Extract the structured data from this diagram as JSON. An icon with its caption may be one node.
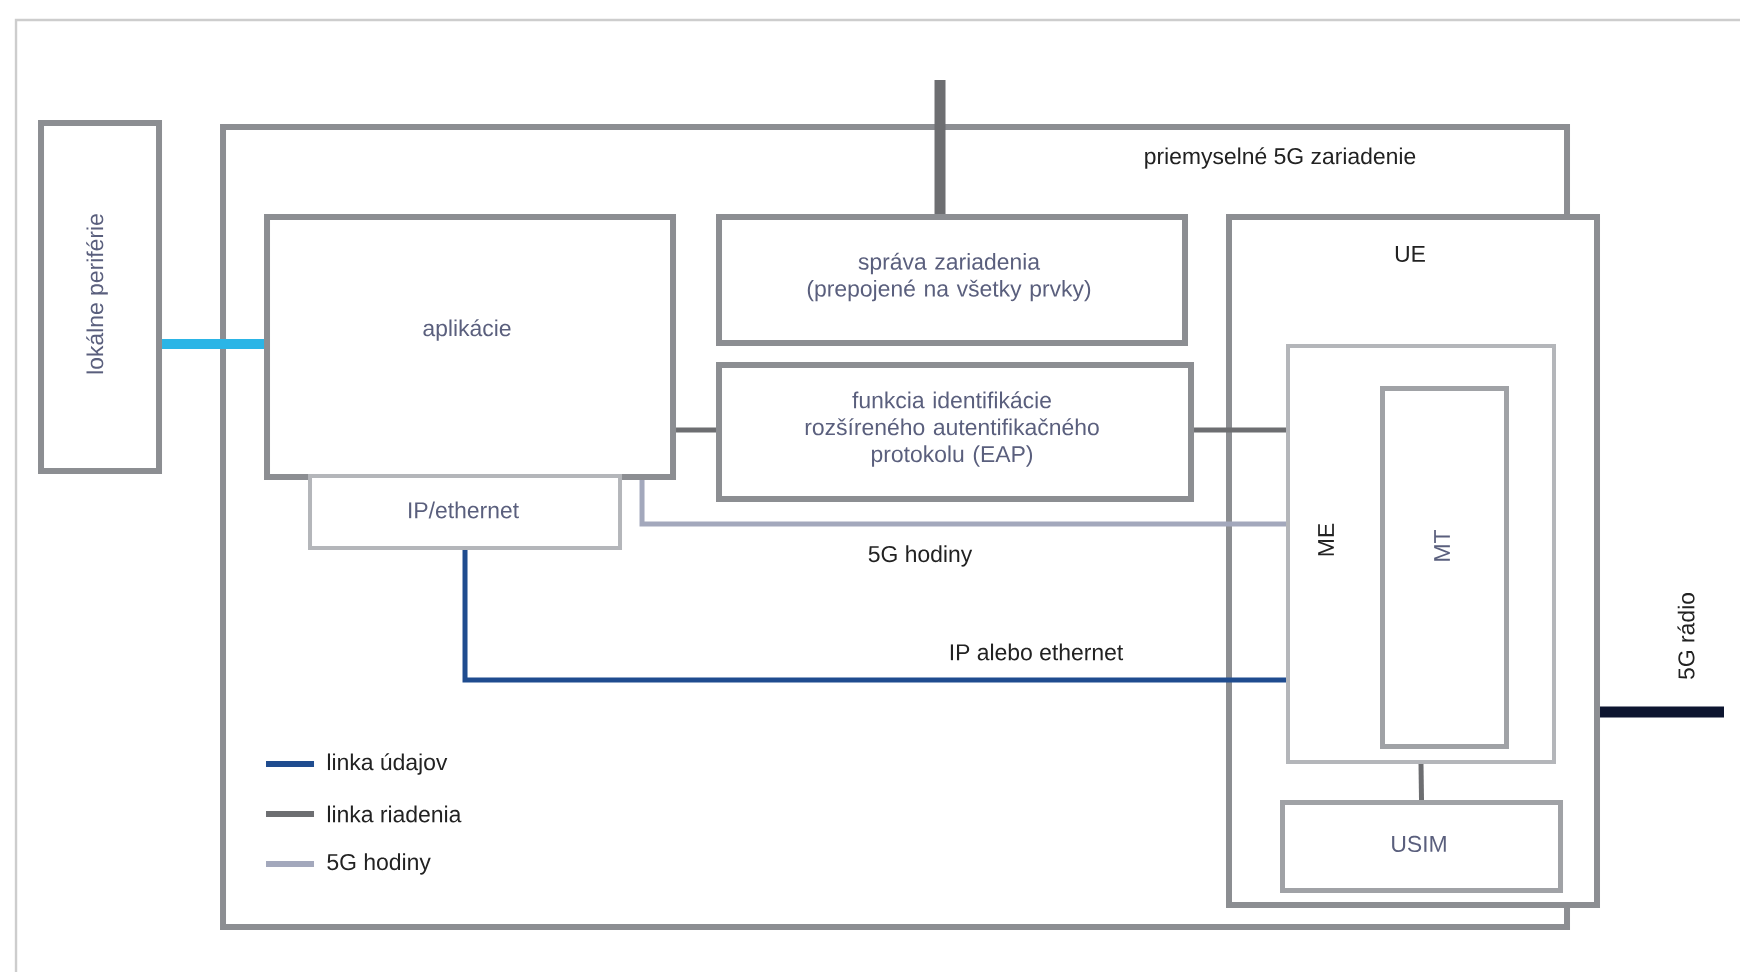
{
  "diagram": {
    "nodes": [
      {
        "text": [
          "lokálne periférie"
        ]
      },
      {
        "text": [
          "priemyselné 5G zariadenie"
        ]
      },
      {
        "text": [
          "aplikácie"
        ],
        "in": 1
      },
      {
        "text": [
          "IP/ethernet"
        ],
        "in": 1
      },
      {
        "text": [
          "správa zariadenia (prepojené na všetky prvky)"
        ],
        "in": 1
      },
      {
        "text": [
          "funkcia identifikácie rozšíreného autentifikačného protokolu (EAP)"
        ],
        "in": 1
      },
      {
        "text": [
          "UE"
        ],
        "in": 1
      },
      {
        "text": [
          "ME"
        ],
        "in": 6
      },
      {
        "text": [
          "MT"
        ],
        "in": 7
      },
      {
        "text": [
          "USIM"
        ],
        "in": 6
      }
    ],
    "edges": [
      {
        "from": 0,
        "to": 2,
        "arrow": "none",
        "style": "thick",
        "color": "#2bb5e6"
      },
      {
        "from": 2,
        "to": 5,
        "arrow": "none"
      },
      {
        "from": 5,
        "to": 7,
        "arrow": "none"
      },
      {
        "from": 7,
        "to": 9,
        "arrow": "none"
      },
      {
        "from": 2,
        "to": 7,
        "arrow": "none",
        "label": "5G hodiny",
        "color": "#a3a8bc"
      },
      {
        "from": 3,
        "to": 7,
        "arrow": "none",
        "label": "IP alebo ethernet",
        "color": "#1f4c8f"
      },
      {
        "from": null,
        "to": 4,
        "arrow": "none",
        "style": "thick"
      },
      {
        "from": 6,
        "to": null,
        "arrow": "none",
        "label": "5G rádio",
        "style": "thick",
        "color": "#0d1530"
      }
    ],
    "legend": [
      {
        "text": "linka údajov",
        "color": "#1f4c8f"
      },
      {
        "text": "linka riadenia",
        "color": "#6d6e71"
      },
      {
        "text": "5G hodiny",
        "color": "#a3a8bc"
      }
    ]
  }
}
